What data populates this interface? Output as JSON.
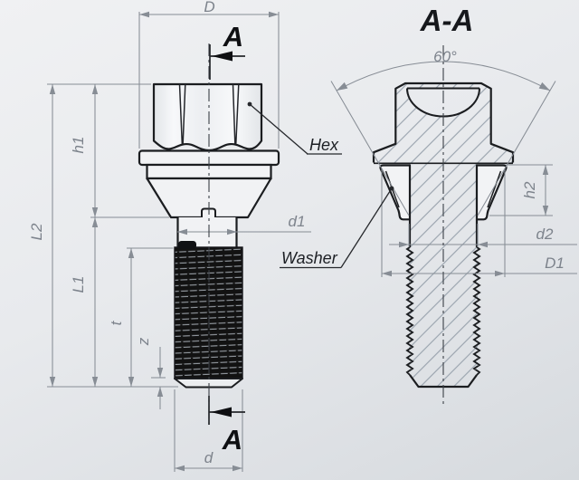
{
  "drawing": {
    "type": "technical-drawing",
    "subject": "wheel bolt with captive conical washer, side view and section A-A"
  },
  "colors": {
    "background_top": "#f0f1f3",
    "background_bottom": "#d6dade",
    "outline": "#1b1d20",
    "dimension": "#878d95",
    "label": "#7d838c",
    "hatch": "#9aa3ae",
    "thread_dark": "#121212",
    "thread_light": "#9aa0a7",
    "callout_text": "#1c1f24"
  },
  "left": {
    "section_marker": "A",
    "dims": {
      "D": "D",
      "h1": "h1",
      "L2": "L2",
      "L1": "L1",
      "t": "t",
      "z": "z",
      "d1": "d1",
      "d": "d"
    },
    "callouts": {
      "hex": "Hex",
      "washer": "Washer"
    }
  },
  "section": {
    "title": "A-A",
    "cone_angle": "60°",
    "dims": {
      "h2": "h2",
      "d2": "d2",
      "D1": "D1"
    }
  }
}
